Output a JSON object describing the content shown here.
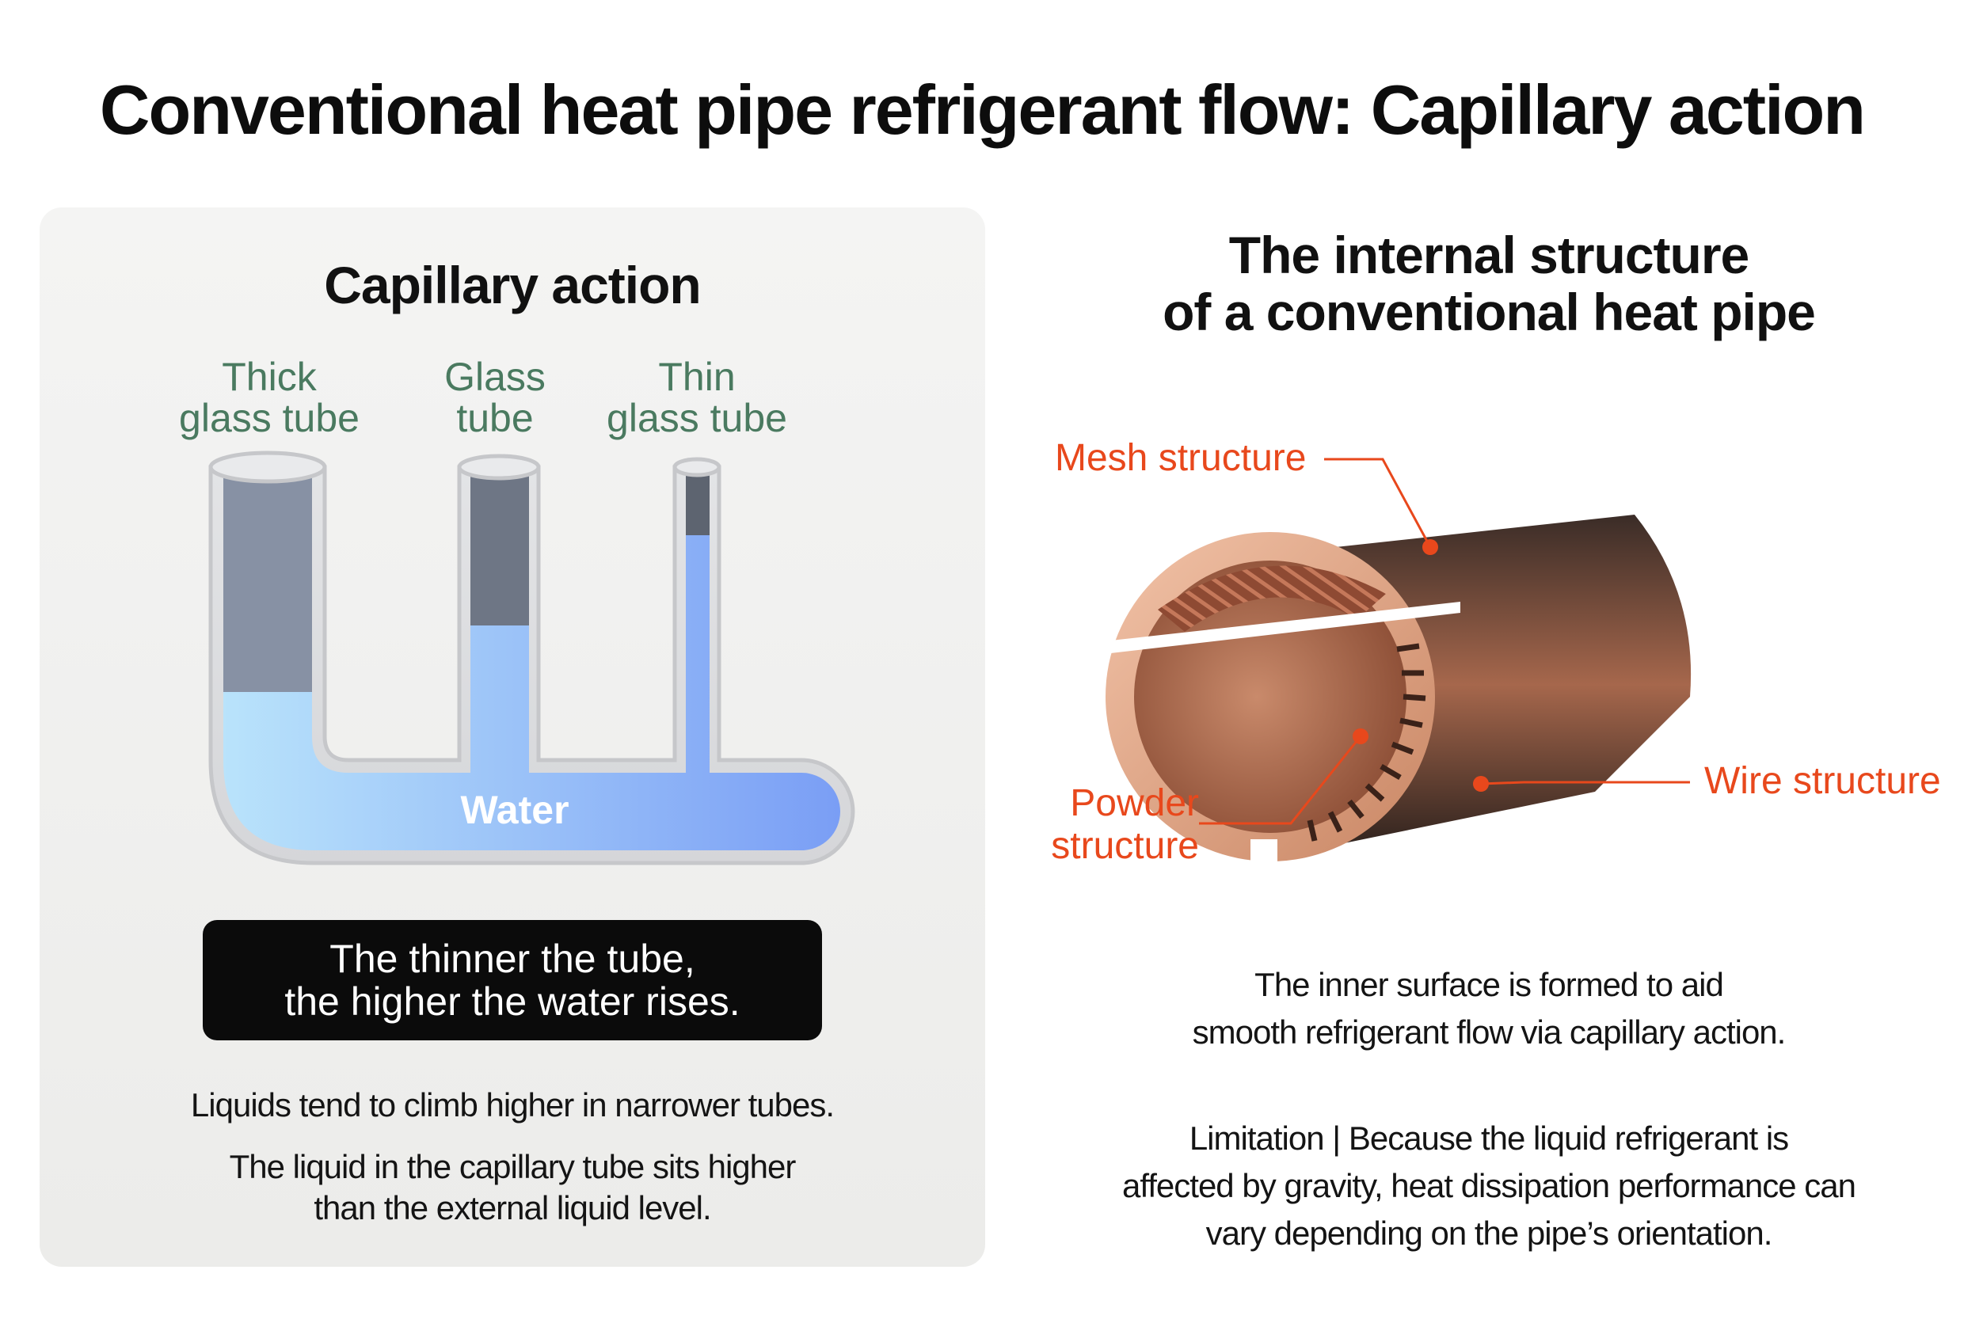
{
  "title": "Conventional heat pipe refrigerant flow: Capillary action",
  "left_panel": {
    "title": "Capillary action",
    "tubes": [
      {
        "line1": "Thick",
        "line2": "glass tube"
      },
      {
        "line1": "Glass",
        "line2": "tube"
      },
      {
        "line1": "Thin",
        "line2": "glass tube"
      }
    ],
    "water_label": "Water",
    "callout": {
      "line1": "The thinner the tube,",
      "line2": "the higher the water rises."
    },
    "description_1": "Liquids tend to climb higher in narrower tubes.",
    "description_2_line1": "The liquid in the capillary tube sits higher",
    "description_2_line2": "than the external liquid level."
  },
  "right_panel": {
    "title_line1": "The internal structure",
    "title_line2": "of a conventional heat pipe",
    "labels": {
      "mesh": "Mesh structure",
      "powder_line1": "Powder",
      "powder_line2": "structure",
      "wire": "Wire structure"
    },
    "description_1_line1": "The inner surface is formed to aid",
    "description_1_line2": "smooth refrigerant flow via capillary action.",
    "description_2_line1": "Limitation | Because the liquid refrigerant is",
    "description_2_line2": "affected by gravity, heat dissipation performance can",
    "description_2_line3": "vary depending on the pipe’s orientation."
  },
  "colors": {
    "accent_orange": "#e8481c",
    "tube_label_green": "#4a7a60",
    "water_light": "#b9e3fb",
    "water_dark": "#7a9ef5",
    "copper": "#b86e4d"
  }
}
